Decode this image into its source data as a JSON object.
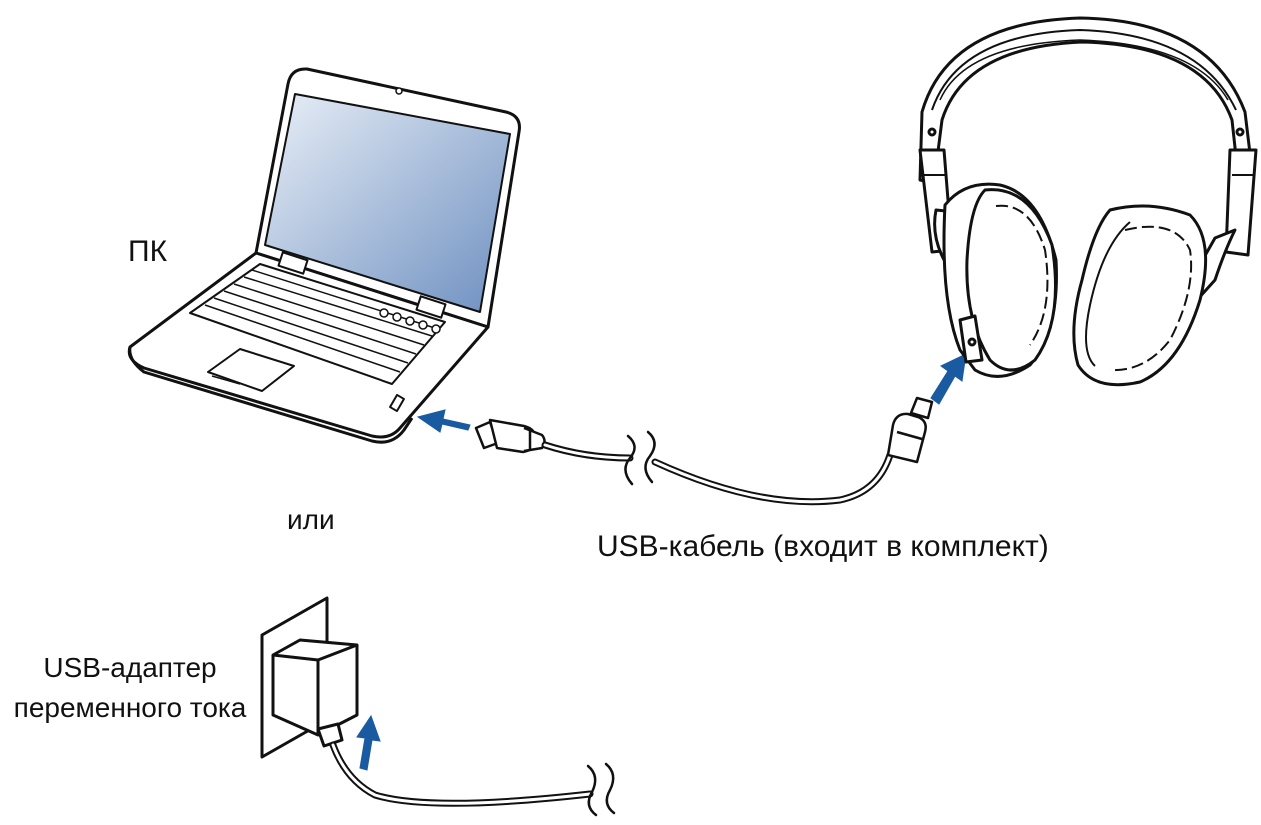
{
  "labels": {
    "pc": "ПК",
    "or": "или",
    "usb_cable": "USB-кабель (входит в комплект)",
    "usb_adapter_line1": "USB-адаптер",
    "usb_adapter_line2": "переменного тока"
  },
  "colors": {
    "arrow": "#1a5aa0",
    "line": "#111111",
    "screen_top": "#e9eff7",
    "screen_bottom": "#6d8fc0"
  },
  "icons": {
    "laptop": "laptop-icon",
    "headphones": "headphones-icon",
    "usb_a_plug": "usb-a-plug-icon",
    "micro_usb_plug": "micro-usb-plug-icon",
    "wall_adapter": "ac-adapter-icon",
    "arrows": "arrow-icon"
  }
}
